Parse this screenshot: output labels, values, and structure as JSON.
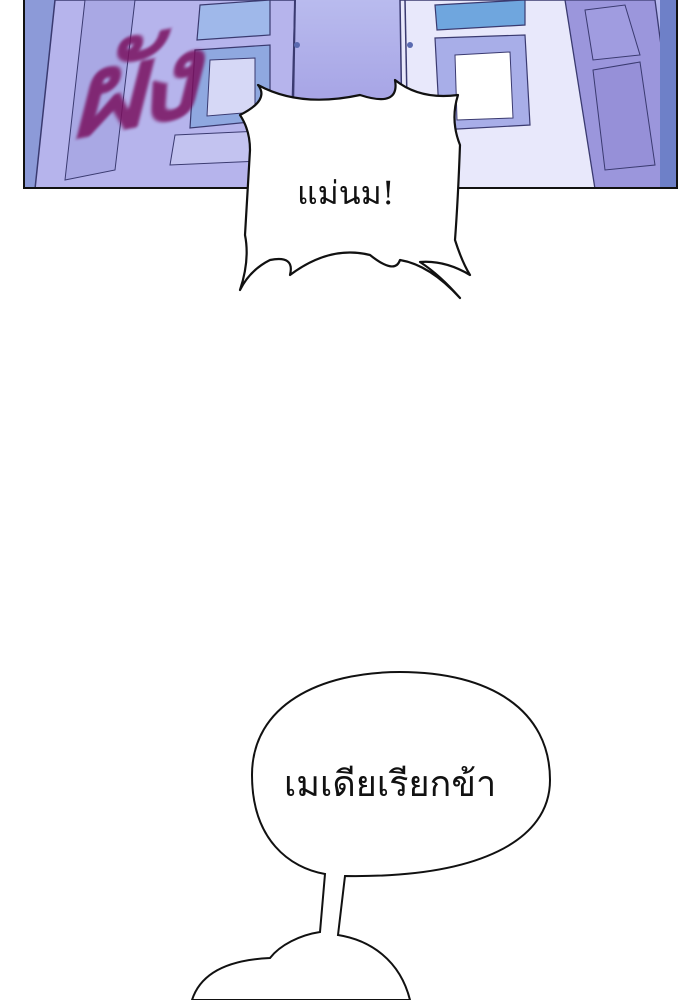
{
  "comic": {
    "panel": {
      "scene": "double-doors",
      "sfx_text": "ผัง",
      "colors": {
        "door_base": "#b3b3ea",
        "door_dark": "#8c86d6",
        "sfx": "#7a1160",
        "border": "#111111"
      }
    },
    "shout_bubble": {
      "text": "แม่นม!"
    },
    "speech_bubble": {
      "text": "เมเดียเรียกข้า"
    }
  }
}
